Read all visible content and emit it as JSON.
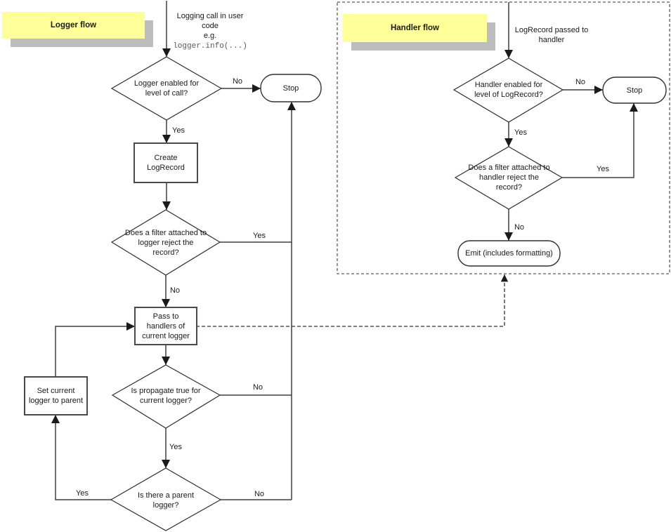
{
  "colors": {
    "note_bg": "#ffff99",
    "note_shadow": "#bdbdbd",
    "line": "#3f3f3f",
    "code_text": "#595959"
  },
  "logger": {
    "title": "Logger flow",
    "caption_line1": "Logging call in user code",
    "caption_line2": "e.g.",
    "caption_code": "logger.info(...)",
    "nodes": {
      "enabled": "Logger enabled for level of call?",
      "stop": "Stop",
      "create": "Create LogRecord",
      "filter": "Does a filter attached to logger reject the record?",
      "pass": "Pass to handlers of current logger",
      "propagate": "Is propagate true for current logger?",
      "parent": "Is there a parent logger?",
      "set_parent": "Set current logger to parent"
    },
    "labels": {
      "enabled_no": "No",
      "enabled_yes": "Yes",
      "filter_yes": "Yes",
      "filter_no": "No",
      "propagate_no": "No",
      "propagate_yes": "Yes",
      "parent_yes": "Yes",
      "parent_no": "No"
    }
  },
  "handler": {
    "title": "Handler flow",
    "caption": "LogRecord passed to handler",
    "nodes": {
      "enabled": "Handler enabled for level of LogRecord?",
      "stop": "Stop",
      "filter": "Does a filter attached to handler reject the record?",
      "emit": "Emit (includes formatting)"
    },
    "labels": {
      "enabled_no": "No",
      "enabled_yes": "Yes",
      "filter_yes": "Yes",
      "filter_no": "No"
    }
  }
}
